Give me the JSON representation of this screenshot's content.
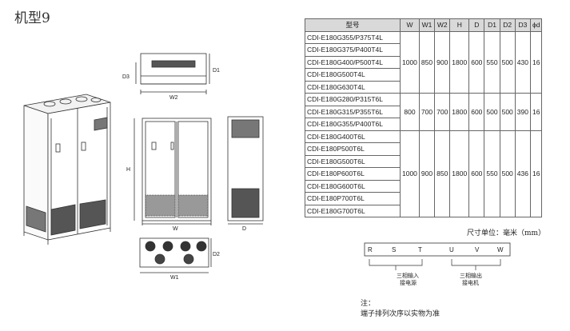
{
  "title": "机型9",
  "drawing_labels": {
    "d3": "D3",
    "d1": "D1",
    "w2": "W2",
    "h": "H",
    "w": "W",
    "d": "D",
    "d2": "D2",
    "w1": "W1"
  },
  "table": {
    "headers": [
      "型号",
      "W",
      "W1",
      "W2",
      "H",
      "D",
      "D1",
      "D2",
      "D3",
      "ϕd"
    ],
    "groups": [
      {
        "models": [
          "CDI-E180G355/P375T4L",
          "CDI-E180G375/P400T4L",
          "CDI-E180G400/P500T4L",
          "CDI-E180G500T4L",
          "CDI-E180G630T4L"
        ],
        "values": [
          "1000",
          "850",
          "900",
          "1800",
          "600",
          "550",
          "500",
          "430",
          "16"
        ]
      },
      {
        "models": [
          "CDI-E180G280/P315T6L",
          "CDI-E180G315/P355T6L",
          "CDI-E180G355/P400T6L"
        ],
        "values": [
          "800",
          "700",
          "700",
          "1800",
          "600",
          "500",
          "500",
          "390",
          "16"
        ]
      },
      {
        "models": [
          "CDI-E180G400T6L",
          "CDI-E180P500T6L",
          "CDI-E180G500T6L",
          "CDI-E180P600T6L",
          "CDI-E180G600T6L",
          "CDI-E180P700T6L",
          "CDI-E180G700T6L"
        ],
        "values": [
          "1000",
          "900",
          "850",
          "1800",
          "600",
          "550",
          "500",
          "436",
          "16"
        ]
      }
    ]
  },
  "unit_note": "尺寸单位：毫米（mm）",
  "terminals": {
    "input": [
      "R",
      "S",
      "T"
    ],
    "output": [
      "U",
      "V",
      "W"
    ],
    "input_label_1": "三相输入",
    "input_label_2": "接电源",
    "output_label_1": "三相输出",
    "output_label_2": "接电机"
  },
  "note_title": "注：",
  "note_text": "端子排列次序以实物为准"
}
